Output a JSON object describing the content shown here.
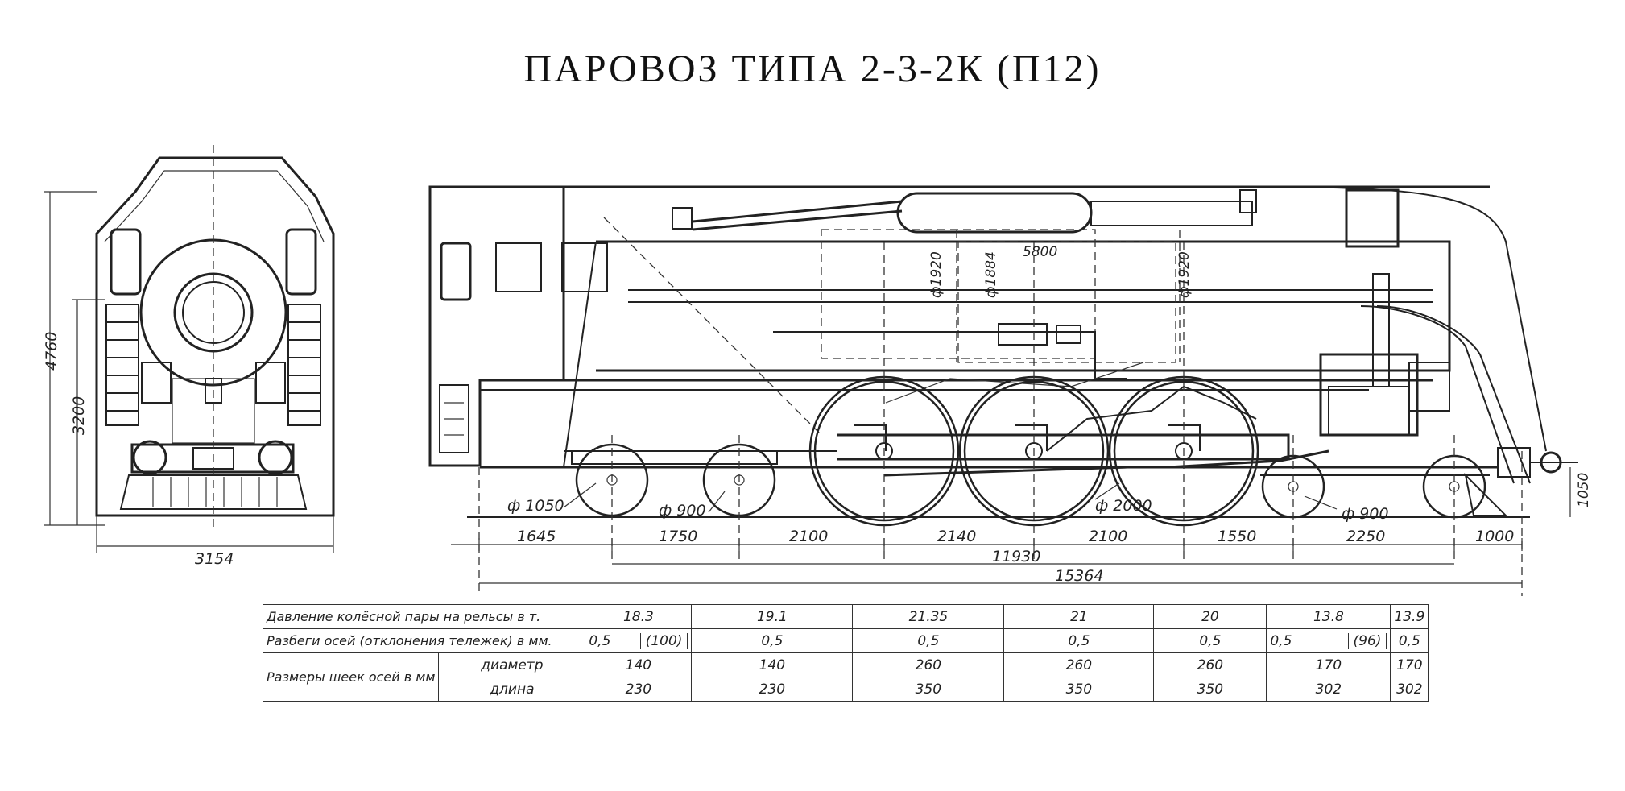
{
  "title": "ПАРОВОЗ ТИПА 2-3-2К (П12)",
  "front_view": {
    "dims": {
      "height_total": "4760",
      "height_axis": "3200",
      "width": "3154"
    }
  },
  "side_view": {
    "boiler_dims": {
      "d1": "ф1920",
      "d2": "ф1884",
      "d3": "ф1920",
      "len": "5800"
    },
    "wheel_dims": {
      "bogie_front": "ф 1050",
      "trail_wheel": "ф 900",
      "driver": "ф 2000",
      "bogie_rear": "ф 900",
      "buffer_height": "1050"
    },
    "spacing": [
      "1645",
      "1750",
      "2100",
      "2140",
      "2100",
      "1550",
      "2250",
      "1000"
    ],
    "wheelbase": "11930",
    "overall_length": "15364"
  },
  "table": {
    "row_load": {
      "label": "Давление колёсной пары на рельсы в т.",
      "values": [
        "18.3",
        "19.1",
        "21.35",
        "21",
        "20",
        "13.8",
        "13.9"
      ]
    },
    "row_play": {
      "label": "Разбеги осей (отклонения тележек) в мм.",
      "values": [
        "0,5",
        "0,5",
        "0,5",
        "0,5",
        "0,5",
        "0,5",
        "0,5"
      ],
      "bogie_front_deflection": "(100)",
      "bogie_rear_deflection": "(96)"
    },
    "journal": {
      "label": "Размеры шеек осей в мм",
      "diameter_label": "диаметр",
      "length_label": "длина",
      "diameter": [
        "140",
        "140",
        "260",
        "260",
        "260",
        "170",
        "170"
      ],
      "length": [
        "230",
        "230",
        "350",
        "350",
        "350",
        "302",
        "302"
      ]
    }
  }
}
